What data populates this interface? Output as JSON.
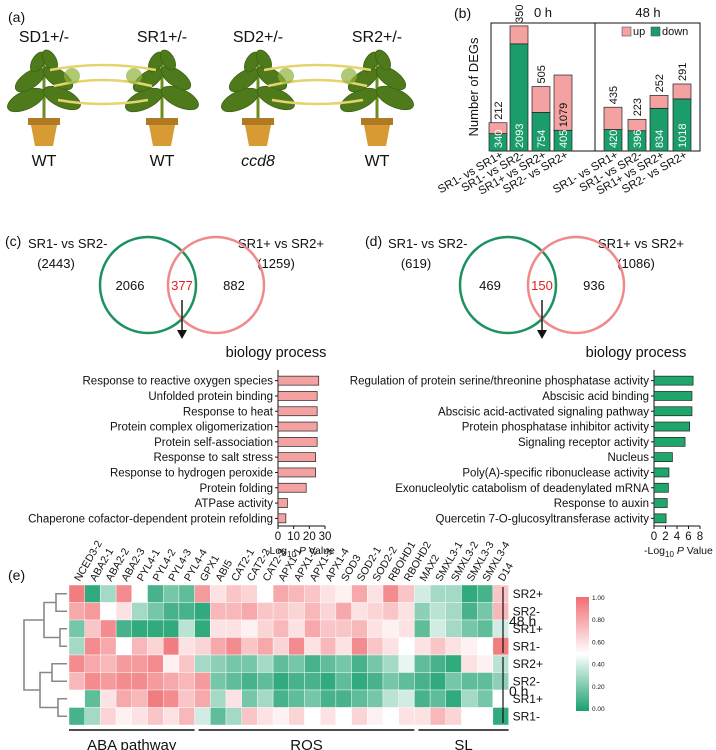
{
  "panels": {
    "a": {
      "label": "(a)",
      "top_labels": [
        "SD1+/-",
        "SR1+/-",
        "SD2+/-",
        "SR2+/-"
      ],
      "bottom_labels": [
        "WT",
        "WT",
        "ccd8",
        "WT"
      ]
    },
    "c": {
      "label": "(c)",
      "left_set": {
        "name": "SR1- vs SR2-",
        "count": "(2443)"
      },
      "right_set": {
        "name": "SR1+ vs SR2+",
        "count": "(1259)"
      },
      "left_only": "2066",
      "overlap": "377",
      "right_only": "882"
    },
    "d": {
      "label": "(d)",
      "left_set": {
        "name": "SR1- vs SR2-",
        "count": "(619)"
      },
      "right_set": {
        "name": "SR1+ vs SR2+",
        "count": "(1086)"
      },
      "left_only": "469",
      "overlap": "150",
      "right_only": "936"
    },
    "e": {
      "label": "(e)",
      "group_48h": "48 h",
      "group_0h": "0 h",
      "pathways": [
        "ABA pathway",
        "ROS",
        "SL"
      ],
      "legend_ticks": [
        "1.00",
        "0.80",
        "0.60",
        "0.40",
        "0.20",
        "0.00"
      ]
    }
  },
  "colors": {
    "up": "#f4a1a1",
    "down": "#1a9c6b",
    "venn_left": "#1d9160",
    "venn_right": "#f08a8a",
    "overlap_text": "#e0201c",
    "bar_pink": "#f4a1a1",
    "bar_green": "#1fa76b"
  },
  "chart_data": [
    {
      "type": "bar",
      "panel_label": "(b)",
      "ylabel": "Number of DEGs",
      "group_labels": [
        "0 h",
        "48 h"
      ],
      "legend": [
        "up",
        "down"
      ],
      "categories": [
        "SR1- vs SR1+",
        "SR1- vs SR2-",
        "SR1+ vs SR2+",
        "SR2- vs SR2+",
        "SR1- vs SR1+",
        "SR1- vs SR2-",
        "SR1+ vs SR2+",
        "SR2- vs SR2+"
      ],
      "series": [
        {
          "name": "down",
          "values": [
            340,
            2093,
            754,
            405,
            420,
            396,
            834,
            1018
          ]
        },
        {
          "name": "up",
          "values": [
            212,
            350,
            505,
            1079,
            435,
            223,
            252,
            291
          ]
        }
      ],
      "ylim": [
        0,
        2500
      ]
    },
    {
      "type": "bar",
      "orientation": "horizontal",
      "title": "biology process",
      "xlabel": "-Log10 P Value",
      "xlabel_main": "-Log",
      "xlabel_sub": "10",
      "xlabel_italic": "P",
      "xlabel_tail": "Value",
      "categories": [
        "Response to reactive oxygen species",
        "Unfolded protein binding",
        "Response to heat",
        "Protein complex oligomerization",
        "Protein self-association",
        "Response to salt stress",
        "Response to hydrogen peroxide",
        "Protein folding",
        "ATPase activity",
        "Chaperone cofactor-dependent protein refolding"
      ],
      "values": [
        26,
        25,
        25,
        25,
        25,
        24,
        24,
        18,
        6,
        5
      ],
      "tick_labels": [
        "0",
        "10",
        "20",
        "30"
      ],
      "xlim": [
        0,
        30
      ]
    },
    {
      "type": "bar",
      "orientation": "horizontal",
      "title": "biology process",
      "xlabel": "-Log10 P Value",
      "xlabel_main": "-Log",
      "xlabel_sub": "10",
      "xlabel_italic": "P",
      "xlabel_tail": "Value",
      "categories": [
        "Regulation of protein serine/threonine phosphatase activity",
        "Abscisic acid binding",
        "Abscisic acid-activated signaling pathway",
        "Protein phosphatase inhibitor activity",
        "Signaling receptor activity",
        "Nucleus",
        "Poly(A)-specific ribonuclease activity",
        "Exonucleolytic catabolism of deadenylated mRNA",
        "Response to auxin",
        "Quercetin 7-O-glucosyltransferase activity"
      ],
      "values": [
        6.8,
        6.6,
        6.6,
        6.2,
        5.4,
        3.2,
        2.6,
        2.5,
        2.3,
        2.1
      ],
      "tick_labels": [
        "0",
        "2",
        "4",
        "6",
        "8"
      ],
      "xlim": [
        0,
        8
      ]
    },
    {
      "type": "heatmap",
      "columns": [
        "NCED3-2",
        "ABA2-1",
        "ABA2-2",
        "ABA2-3",
        "PYL4-1",
        "PYL4-2",
        "PYL4-3",
        "PYL4-4",
        "GPX1",
        "ABI5",
        "CAT2-1",
        "CAT2-2",
        "CAT2-3",
        "APX1-1",
        "APX1-2",
        "APX1-3",
        "APX1-4",
        "SOD3",
        "SOD2-1",
        "SOD2-2",
        "RBOHD1",
        "RBOHD2",
        "MAX2",
        "SMXL3-1",
        "SMXL3-2",
        "SMXL3-3",
        "SMXL3-4",
        "D14"
      ],
      "rows": [
        "SR2+",
        "SR2-",
        "SR1+",
        "SR1-",
        "SR2+",
        "SR2-",
        "SR1+",
        "SR1-"
      ],
      "values": [
        [
          0.95,
          0.05,
          0.3,
          0.9,
          0.5,
          0.1,
          0.2,
          0.15,
          0.85,
          0.6,
          0.7,
          0.65,
          0.5,
          0.8,
          0.75,
          0.7,
          0.6,
          0.55,
          0.8,
          0.6,
          0.9,
          0.7,
          0.4,
          0.3,
          0.3,
          0.05,
          0.1,
          0.7
        ],
        [
          0.8,
          0.85,
          0.5,
          0.6,
          0.3,
          0.2,
          0.1,
          0.1,
          0.05,
          0.75,
          0.75,
          0.8,
          0.7,
          0.7,
          0.65,
          0.75,
          0.65,
          0.8,
          0.6,
          0.65,
          0.7,
          0.6,
          0.25,
          0.35,
          0.3,
          0.1,
          0.2,
          0.75
        ],
        [
          0.2,
          0.7,
          0.9,
          0.1,
          0.05,
          0.05,
          0.05,
          0.35,
          0.05,
          0.6,
          0.6,
          0.55,
          0.65,
          0.75,
          0.6,
          0.8,
          0.7,
          0.7,
          0.75,
          0.6,
          0.55,
          0.6,
          0.15,
          0.4,
          0.3,
          0.2,
          0.15,
          0.4
        ],
        [
          0.3,
          0.9,
          0.8,
          0.5,
          0.75,
          0.65,
          0.95,
          0.6,
          0.65,
          0.8,
          0.9,
          0.7,
          0.8,
          0.65,
          0.9,
          0.6,
          0.75,
          0.6,
          0.9,
          0.7,
          0.6,
          0.5,
          0.6,
          0.7,
          0.6,
          0.55,
          0.5,
          0.95
        ],
        [
          0.9,
          0.8,
          0.75,
          0.85,
          0.85,
          0.9,
          0.55,
          0.7,
          0.3,
          0.25,
          0.2,
          0.2,
          0.3,
          0.15,
          0.2,
          0.1,
          0.15,
          0.2,
          0.1,
          0.2,
          0.3,
          0.45,
          0.15,
          0.1,
          0.05,
          0.6,
          0.55,
          0.35
        ],
        [
          0.75,
          0.9,
          0.85,
          0.9,
          0.9,
          0.85,
          0.8,
          0.75,
          0.85,
          0.2,
          0.15,
          0.1,
          0.15,
          0.05,
          0.1,
          0.1,
          0.05,
          0.15,
          0.05,
          0.1,
          0.2,
          0.15,
          0.1,
          0.05,
          0.2,
          0.15,
          0.15,
          0.25
        ],
        [
          0.5,
          0.15,
          0.6,
          0.8,
          0.75,
          0.95,
          0.9,
          0.7,
          0.8,
          0.3,
          0.6,
          0.2,
          0.3,
          0.1,
          0.15,
          0.2,
          0.1,
          0.1,
          0.15,
          0.2,
          0.35,
          0.4,
          0.1,
          0.15,
          0.05,
          0.3,
          0.2,
          0.5
        ],
        [
          0.1,
          0.3,
          0.65,
          0.55,
          0.6,
          0.7,
          0.6,
          0.75,
          0.4,
          0.15,
          0.3,
          0.7,
          0.6,
          0.55,
          0.65,
          0.5,
          0.6,
          0.5,
          0.65,
          0.55,
          0.5,
          0.6,
          0.6,
          0.75,
          0.65,
          0.5,
          0.5,
          0.05
        ]
      ],
      "vmin": 0,
      "vmax": 1
    }
  ]
}
